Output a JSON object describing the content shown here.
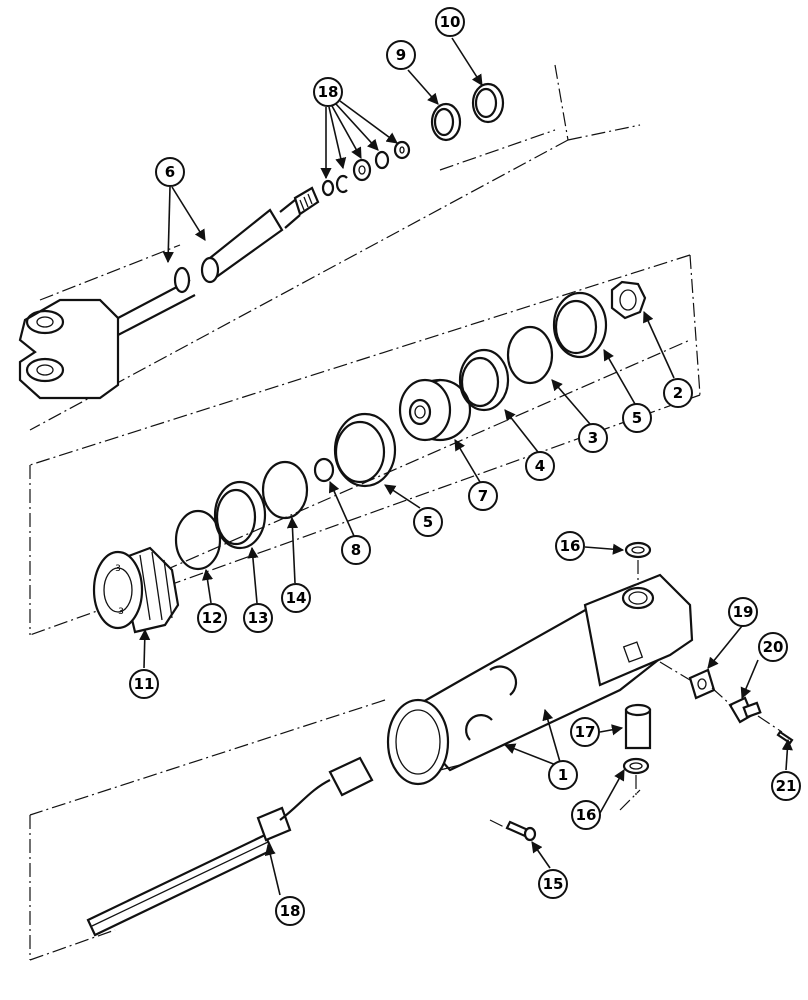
{
  "callouts": [
    {
      "id": "c1",
      "label": "1"
    },
    {
      "id": "c2",
      "label": "2"
    },
    {
      "id": "c3",
      "label": "3"
    },
    {
      "id": "c4",
      "label": "4"
    },
    {
      "id": "c5a",
      "label": "5"
    },
    {
      "id": "c5b",
      "label": "5"
    },
    {
      "id": "c6",
      "label": "6"
    },
    {
      "id": "c7",
      "label": "7"
    },
    {
      "id": "c8",
      "label": "8"
    },
    {
      "id": "c9",
      "label": "9"
    },
    {
      "id": "c10",
      "label": "10"
    },
    {
      "id": "c11",
      "label": "11"
    },
    {
      "id": "c12",
      "label": "12"
    },
    {
      "id": "c13",
      "label": "13"
    },
    {
      "id": "c14",
      "label": "14"
    },
    {
      "id": "c15",
      "label": "15"
    },
    {
      "id": "c16a",
      "label": "16"
    },
    {
      "id": "c16b",
      "label": "16"
    },
    {
      "id": "c17",
      "label": "17"
    },
    {
      "id": "c18a",
      "label": "18"
    },
    {
      "id": "c18b",
      "label": "18"
    },
    {
      "id": "c19",
      "label": "19"
    },
    {
      "id": "c20",
      "label": "20"
    },
    {
      "id": "c21",
      "label": "21"
    }
  ],
  "piston_markings": [
    "3",
    "3"
  ]
}
